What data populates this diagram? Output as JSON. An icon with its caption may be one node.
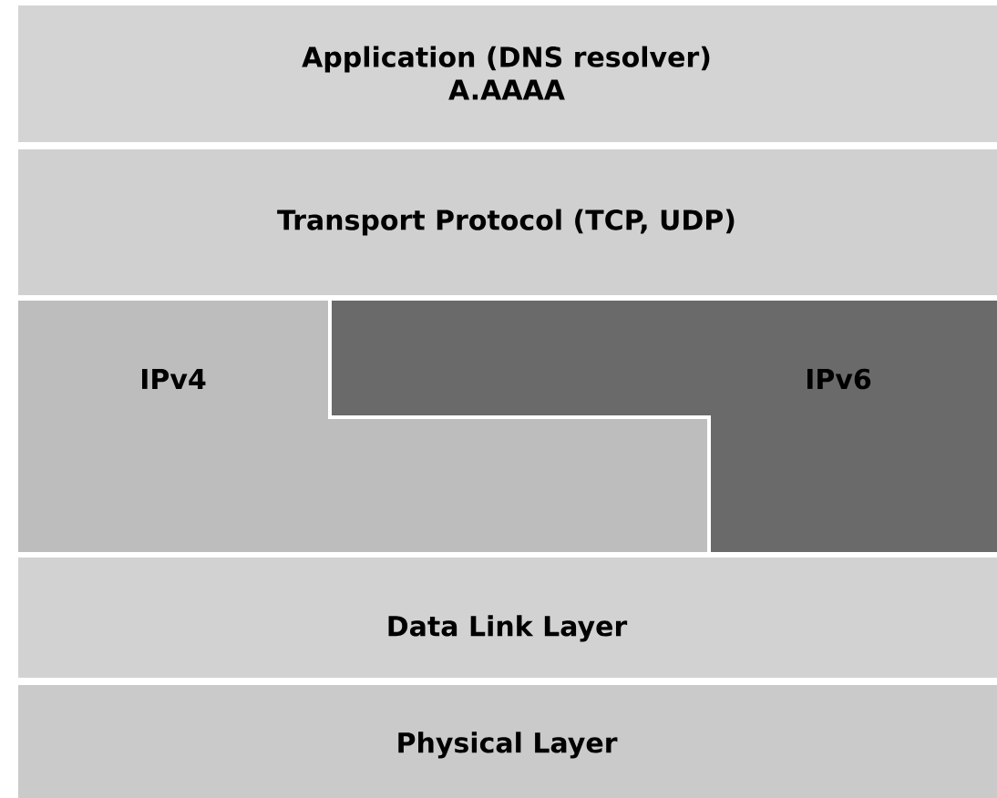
{
  "diagram": {
    "nodes": [
      {
        "text": [
          "Application (DNS resolver)",
          "A.AAAA"
        ]
      },
      {
        "text": [
          "Transport Protocol (TCP, UDP)"
        ]
      },
      {
        "text": [
          "IPv4"
        ]
      },
      {
        "text": [
          "IPv6"
        ]
      },
      {
        "text": [
          "Data Link Layer"
        ]
      },
      {
        "text": [
          "Physical Layer"
        ]
      }
    ]
  }
}
